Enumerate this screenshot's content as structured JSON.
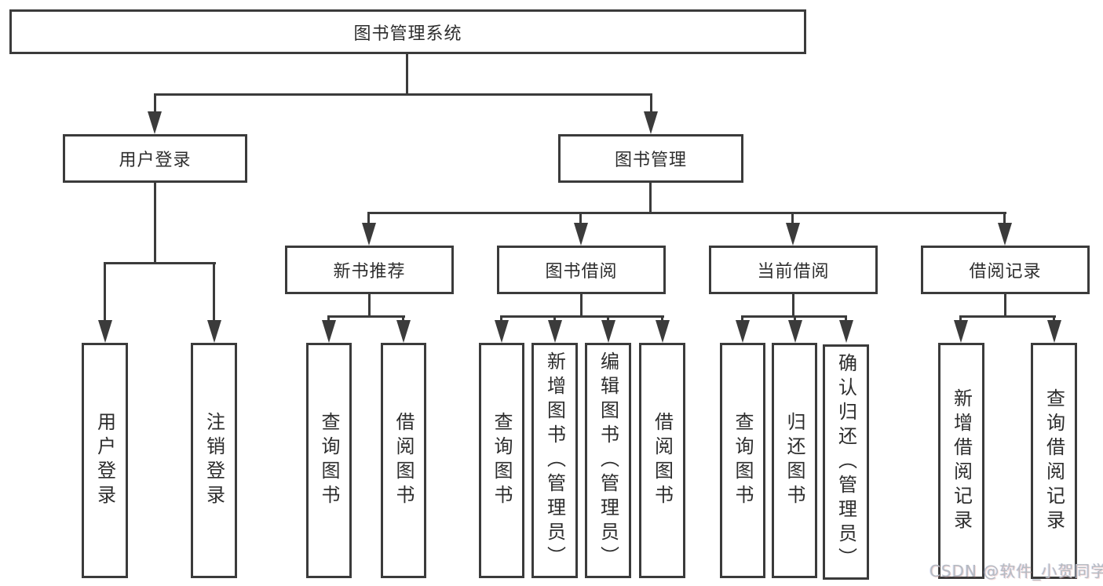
{
  "title": "图书管理系统",
  "tree": {
    "label": "图书管理系统",
    "children": [
      {
        "label": "用户登录",
        "children": [
          {
            "label": "用户登录"
          },
          {
            "label": "注销登录"
          }
        ]
      },
      {
        "label": "图书管理",
        "children": [
          {
            "label": "新书推荐",
            "children": [
              {
                "label": "查询图书"
              },
              {
                "label": "借阅图书"
              }
            ]
          },
          {
            "label": "图书借阅",
            "children": [
              {
                "label": "查询图书"
              },
              {
                "label": "新增图书（管理员）"
              },
              {
                "label": "编辑图书（管理员）"
              },
              {
                "label": "借阅图书"
              }
            ]
          },
          {
            "label": "当前借阅",
            "children": [
              {
                "label": "查询图书"
              },
              {
                "label": "归还图书"
              },
              {
                "label": "确认归还（管理员）"
              }
            ]
          },
          {
            "label": "借阅记录",
            "children": [
              {
                "label": "新增借阅记录"
              },
              {
                "label": "查询借阅记录"
              }
            ]
          }
        ]
      }
    ]
  },
  "watermark": "CSDN @软件_小贺同学",
  "colors": {
    "line": "#3b3b3b",
    "text": "#2d2d2d",
    "background": "#ffffff",
    "watermark": "#b6bbc2"
  }
}
